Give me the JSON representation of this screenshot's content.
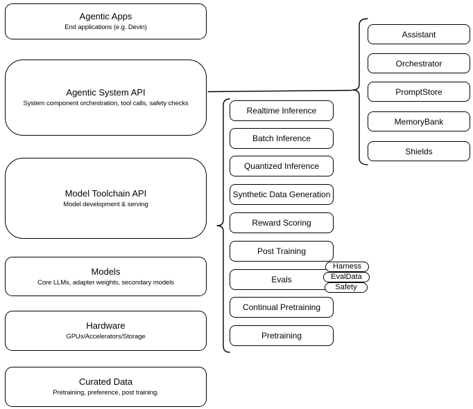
{
  "stack": {
    "layers": [
      {
        "title": "Agentic Apps",
        "subtitle": "End applications (e.g. Devin)"
      },
      {
        "title": "Agentic System API",
        "subtitle": "System component orchestration, tool calls, safety checks"
      },
      {
        "title": "Model Toolchain API",
        "subtitle": "Model development & serving"
      },
      {
        "title": "Models",
        "subtitle": "Core LLMs, adapter weights, secondary models"
      },
      {
        "title": "Hardware",
        "subtitle": "GPUs/Accelerators/Storage"
      },
      {
        "title": "Curated Data",
        "subtitle": "Pretraining, preference, post training."
      }
    ]
  },
  "toolchain": {
    "items": [
      {
        "label": "Realtime Inference"
      },
      {
        "label": "Batch Inference"
      },
      {
        "label": "Quantized Inference"
      },
      {
        "label": "Synthetic Data Generation"
      },
      {
        "label": "Reward Scoring"
      },
      {
        "label": "Post Training"
      },
      {
        "label": "Evals"
      },
      {
        "label": "Continual Pretraining"
      },
      {
        "label": "Pretraining"
      }
    ],
    "badges": [
      {
        "label": "Harness"
      },
      {
        "label": "EvalData"
      },
      {
        "label": "Safety"
      }
    ]
  },
  "system": {
    "items": [
      {
        "label": "Assistant"
      },
      {
        "label": "Orchestrator"
      },
      {
        "label": "PromptStore"
      },
      {
        "label": "MemoryBank"
      },
      {
        "label": "Shields"
      }
    ]
  },
  "colors": {
    "stroke": "#000000",
    "fill": "#ffffff",
    "background": "#ffffff",
    "text": "#000000"
  }
}
